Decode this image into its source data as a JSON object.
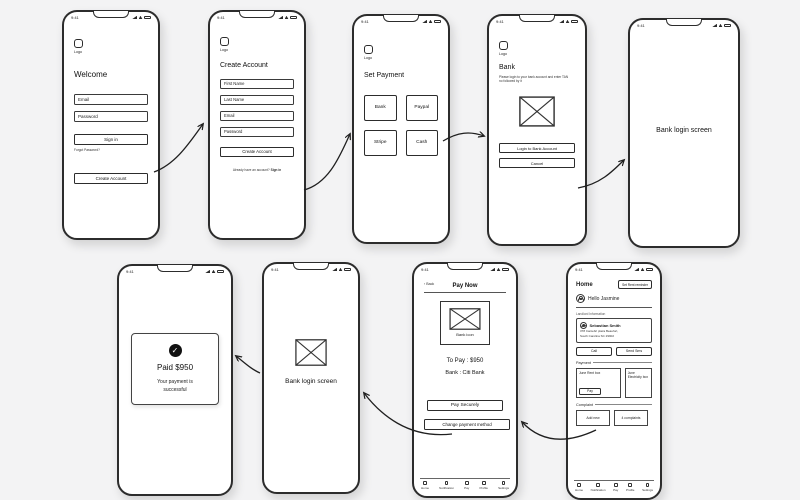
{
  "canvas": {
    "background": "#f3f3f4",
    "ink": "#2c2c2c"
  },
  "status": {
    "time": "9:41"
  },
  "icons": {
    "back_chevron": "‹",
    "check": "✓"
  },
  "top": {
    "welcome": {
      "logo": "Logo",
      "title": "Welcome",
      "email": "Email",
      "password": "Password",
      "sign_in": "Sign in",
      "forgot": "Forgot Password?",
      "create_account": "Create Account"
    },
    "create_account": {
      "logo": "Logo",
      "title": "Create Account",
      "first_name": "First Name",
      "last_name": "Last Name",
      "email": "Email",
      "password": "Password",
      "create_button": "Create Account",
      "already": "Already have an account?",
      "sign_in": "Sign in"
    },
    "set_payment": {
      "logo": "Logo",
      "title": "Set Payment",
      "options": [
        "Bank",
        "Paypal",
        "Stripe",
        "Cash"
      ]
    },
    "bank": {
      "logo": "Logo",
      "title": "Bank",
      "instructions": "Please login to your bank account and enter TAN no followed by it",
      "login_button": "Login to Bank Account",
      "cancel_button": "Cancel"
    },
    "bank_login": {
      "label": "Bank login screen"
    }
  },
  "bottom": {
    "paid": {
      "amount": "Paid $950",
      "message": "Your payment is successful"
    },
    "bank_login": {
      "label": "Bank login screen"
    },
    "pay_now": {
      "back": "Back",
      "title": "Pay Now",
      "bank_icon_label": "Bank icon",
      "to_pay": "To Pay : $950",
      "bank": "Bank : Citi Bank",
      "pay_securely": "Pay Securely",
      "change_method": "Change payment method",
      "nav": [
        "Home",
        "Notification",
        "Pay",
        "Profile",
        "Settings"
      ]
    },
    "home": {
      "title": "Home",
      "reminder_button": "Set Rent reminder",
      "greeting": "Hello Jasmine",
      "landlord_section": "Landlord Information",
      "landlord_name": "Sebastian Smith",
      "landlord_address_1": "378 Cantebri plaza Beaufort,",
      "landlord_address_2": "South Carolina SC 29902",
      "call_button": "Call",
      "sms_button": "Send Sms",
      "payment_section": "Payment",
      "rent_box": "June Rent box",
      "pay_button": "Pay",
      "electricity_box": "June Electricity box",
      "complaint_section": "Complaint",
      "add_new": "Add new",
      "complaints_count": "4 complaints",
      "nav": [
        "Home",
        "Notification",
        "Pay",
        "Profile",
        "Settings"
      ]
    }
  }
}
